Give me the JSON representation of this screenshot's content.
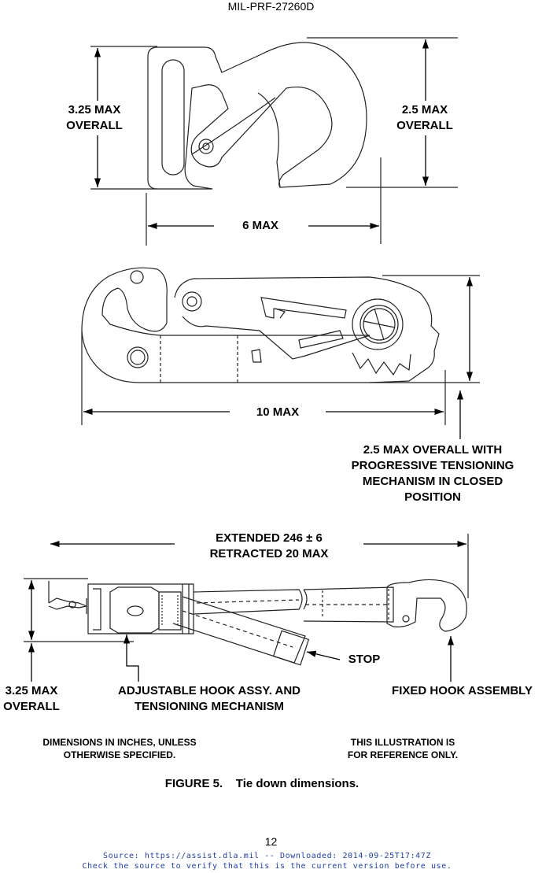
{
  "header": {
    "doc_id": "MIL-PRF-27260D"
  },
  "figure1": {
    "left_dim": [
      "3.25 MAX",
      "OVERALL"
    ],
    "right_dim": [
      "2.5 MAX",
      "OVERALL"
    ],
    "bottom_dim": "6 MAX"
  },
  "figure2": {
    "bottom_dim": "10 MAX",
    "right_note": [
      "2.5 MAX OVERALL WITH",
      "PROGRESSIVE TENSIONING",
      "MECHANISM IN CLOSED",
      "POSITION"
    ]
  },
  "figure3": {
    "length_dim": [
      "EXTENDED 246 ± 6",
      "RETRACTED 20 MAX"
    ],
    "stop_label": "STOP",
    "left_dim": [
      "3.25 MAX",
      "OVERALL"
    ],
    "adjustable_label": [
      "ADJUSTABLE HOOK ASSY. AND",
      "TENSIONING MECHANISM"
    ],
    "fixed_label": "FIXED HOOK ASSEMBLY"
  },
  "notes": {
    "left": [
      "DIMENSIONS IN INCHES, UNLESS",
      "OTHERWISE SPECIFIED."
    ],
    "right": [
      "THIS ILLUSTRATION IS",
      "FOR REFERENCE ONLY."
    ]
  },
  "caption": "FIGURE 5.    Tie down dimensions.",
  "footer": {
    "page_number": "12",
    "source_line1": "Source: https://assist.dla.mil -- Downloaded: 2014-09-25T17:47Z",
    "source_line2": "Check the source to verify that this is the current version before use."
  }
}
